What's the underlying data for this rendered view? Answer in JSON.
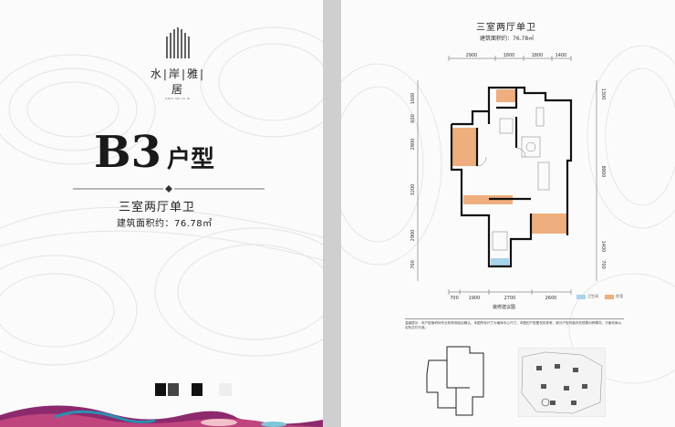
{
  "left_page": {
    "logo": {
      "name": "水|岸|雅|居",
      "subtitle": "SHUI AN YA JU"
    },
    "unit_type": "B3",
    "unit_type_suffix": "户型",
    "layout": "三室两厅单卫",
    "area": "建筑面积约：76.78㎡"
  },
  "right_page": {
    "layout": "三室两厅单卫",
    "area": "建筑面积约：76.78㎡",
    "dims_top": [
      "2900",
      "1800",
      "1800",
      "1400"
    ],
    "dims_bottom": [
      "700",
      "1900",
      "2700",
      "2600"
    ],
    "dims_left": [
      "1600",
      "600",
      "2800",
      "3200",
      "2900",
      "700"
    ],
    "dims_right": [
      "1300",
      "8800",
      "1400",
      "700"
    ],
    "legend": [
      "卫生间",
      "卧室"
    ],
    "plan_caption": "装修建议图",
    "note": "温馨提示：本户型面积待专业机构测绘后确认，本图所标尺寸为墙体中心尺寸，本图的户型图仅供参考，部分户型可能存在镜像对称情况，平面布局以实际交付为准。"
  },
  "colors": {
    "room_fill": "#efae7e",
    "bath_fill": "#a6d4ea",
    "text": "#222222"
  }
}
